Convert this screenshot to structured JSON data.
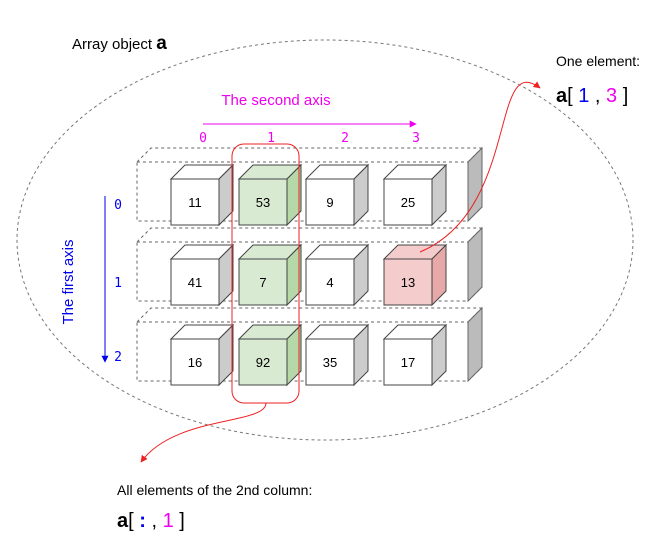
{
  "diagram": {
    "title_prefix": "Array object ",
    "title_var": "a",
    "second_axis_label": "The second axis",
    "first_axis_label": "The first axis",
    "col_indices": [
      "0",
      "1",
      "2",
      "3"
    ],
    "row_indices": [
      "0",
      "1",
      "2"
    ],
    "cells": [
      [
        "11",
        "53",
        "9",
        "25"
      ],
      [
        "41",
        "7",
        "4",
        "13"
      ],
      [
        "16",
        "92",
        "35",
        "17"
      ]
    ],
    "highlight_column": 1,
    "highlight_element": [
      1,
      3
    ],
    "one_element": {
      "caption": "One element:",
      "var": "a",
      "open": "[ ",
      "idx0": "1",
      "sep": " , ",
      "idx1": "3",
      "close": " ]"
    },
    "column_expr": {
      "caption": "All elements of the 2nd column:",
      "var": "a",
      "open": "[ ",
      "idx0": ":",
      "sep": " , ",
      "idx1": "1",
      "close": " ]"
    },
    "colors": {
      "first_axis": "#0000ee",
      "second_axis": "#ee00ee",
      "pointer": "#ee2222",
      "column_fill": "#d9ead3",
      "column_side": "#b6d7a8",
      "element_fill": "#f4cccc",
      "element_side": "#e6a8a8",
      "cube_side": "#cccccc",
      "outline": "#555555"
    }
  }
}
